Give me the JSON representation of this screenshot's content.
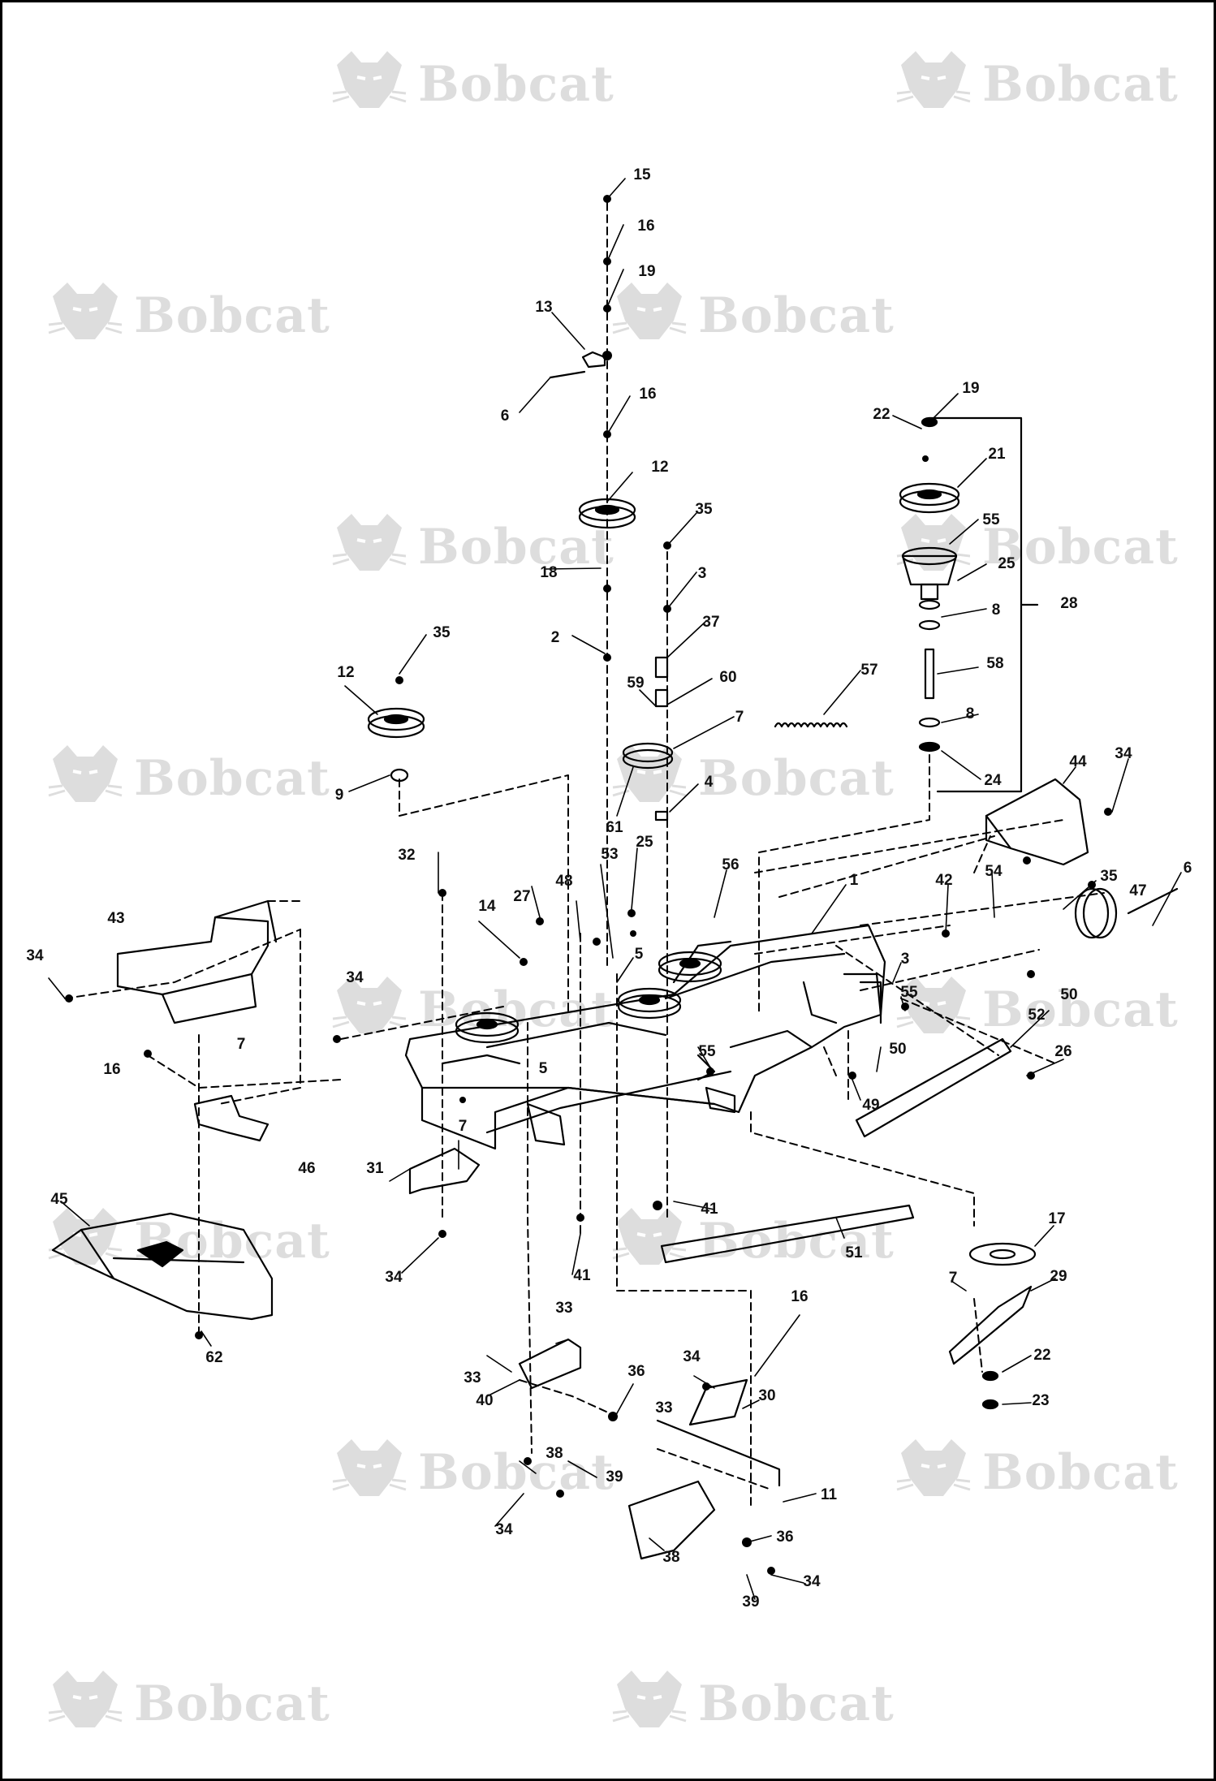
{
  "watermark": {
    "text": "Bobcat",
    "icon": "bobcat-logo-icon"
  },
  "callouts": [
    {
      "id": "c01",
      "label": "15"
    },
    {
      "id": "c02",
      "label": "16"
    },
    {
      "id": "c03",
      "label": "19"
    },
    {
      "id": "c04",
      "label": "13"
    },
    {
      "id": "c05",
      "label": "6"
    },
    {
      "id": "c06",
      "label": "16"
    },
    {
      "id": "c07",
      "label": "12"
    },
    {
      "id": "c08",
      "label": "18"
    },
    {
      "id": "c09",
      "label": "2"
    },
    {
      "id": "c10",
      "label": "35"
    },
    {
      "id": "c11",
      "label": "3"
    },
    {
      "id": "c12",
      "label": "37"
    },
    {
      "id": "c13",
      "label": "59"
    },
    {
      "id": "c14",
      "label": "60"
    },
    {
      "id": "c15",
      "label": "7"
    },
    {
      "id": "c16",
      "label": "61"
    },
    {
      "id": "c17",
      "label": "4"
    },
    {
      "id": "c18",
      "label": "57"
    },
    {
      "id": "c19",
      "label": "35"
    },
    {
      "id": "c20",
      "label": "12"
    },
    {
      "id": "c21",
      "label": "9"
    },
    {
      "id": "c22",
      "label": "22"
    },
    {
      "id": "c23",
      "label": "19"
    },
    {
      "id": "c24",
      "label": "21"
    },
    {
      "id": "c25",
      "label": "55"
    },
    {
      "id": "c26",
      "label": "25"
    },
    {
      "id": "c27",
      "label": "8"
    },
    {
      "id": "c28",
      "label": "28"
    },
    {
      "id": "c29",
      "label": "58"
    },
    {
      "id": "c30",
      "label": "8"
    },
    {
      "id": "c31",
      "label": "24"
    },
    {
      "id": "c32",
      "label": "44"
    },
    {
      "id": "c33",
      "label": "34"
    },
    {
      "id": "c34",
      "label": "32"
    },
    {
      "id": "c35",
      "label": "43"
    },
    {
      "id": "c36",
      "label": "14"
    },
    {
      "id": "c37",
      "label": "27"
    },
    {
      "id": "c38",
      "label": "48"
    },
    {
      "id": "c39",
      "label": "53"
    },
    {
      "id": "c40",
      "label": "25"
    },
    {
      "id": "c41",
      "label": "56"
    },
    {
      "id": "c42",
      "label": "1"
    },
    {
      "id": "c43",
      "label": "42"
    },
    {
      "id": "c44",
      "label": "54"
    },
    {
      "id": "c45",
      "label": "35"
    },
    {
      "id": "c46",
      "label": "47"
    },
    {
      "id": "c47",
      "label": "6"
    },
    {
      "id": "c48",
      "label": "34"
    },
    {
      "id": "c49",
      "label": "3"
    },
    {
      "id": "c50",
      "label": "55"
    },
    {
      "id": "c51",
      "label": "50"
    },
    {
      "id": "c52",
      "label": "34"
    },
    {
      "id": "c53",
      "label": "5"
    },
    {
      "id": "c54",
      "label": "52"
    },
    {
      "id": "c55",
      "label": "26"
    },
    {
      "id": "c56",
      "label": "7"
    },
    {
      "id": "c57",
      "label": "16"
    },
    {
      "id": "c58",
      "label": "5"
    },
    {
      "id": "c59",
      "label": "55"
    },
    {
      "id": "c60",
      "label": "50"
    },
    {
      "id": "c61",
      "label": "49"
    },
    {
      "id": "c62",
      "label": "7"
    },
    {
      "id": "c63",
      "label": "46"
    },
    {
      "id": "c64",
      "label": "31"
    },
    {
      "id": "c65",
      "label": "45"
    },
    {
      "id": "c66",
      "label": "34"
    },
    {
      "id": "c67",
      "label": "41"
    },
    {
      "id": "c68",
      "label": "41"
    },
    {
      "id": "c69",
      "label": "51"
    },
    {
      "id": "c70",
      "label": "17"
    },
    {
      "id": "c71",
      "label": "7"
    },
    {
      "id": "c72",
      "label": "29"
    },
    {
      "id": "c73",
      "label": "62"
    },
    {
      "id": "c74",
      "label": "16"
    },
    {
      "id": "c75",
      "label": "33"
    },
    {
      "id": "c76",
      "label": "33"
    },
    {
      "id": "c77",
      "label": "40"
    },
    {
      "id": "c78",
      "label": "36"
    },
    {
      "id": "c79",
      "label": "34"
    },
    {
      "id": "c80",
      "label": "30"
    },
    {
      "id": "c81",
      "label": "33"
    },
    {
      "id": "c82",
      "label": "22"
    },
    {
      "id": "c83",
      "label": "23"
    },
    {
      "id": "c84",
      "label": "38"
    },
    {
      "id": "c85",
      "label": "39"
    },
    {
      "id": "c86",
      "label": "34"
    },
    {
      "id": "c87",
      "label": "11"
    },
    {
      "id": "c88",
      "label": "38"
    },
    {
      "id": "c89",
      "label": "36"
    },
    {
      "id": "c90",
      "label": "34"
    },
    {
      "id": "c91",
      "label": "39"
    }
  ]
}
